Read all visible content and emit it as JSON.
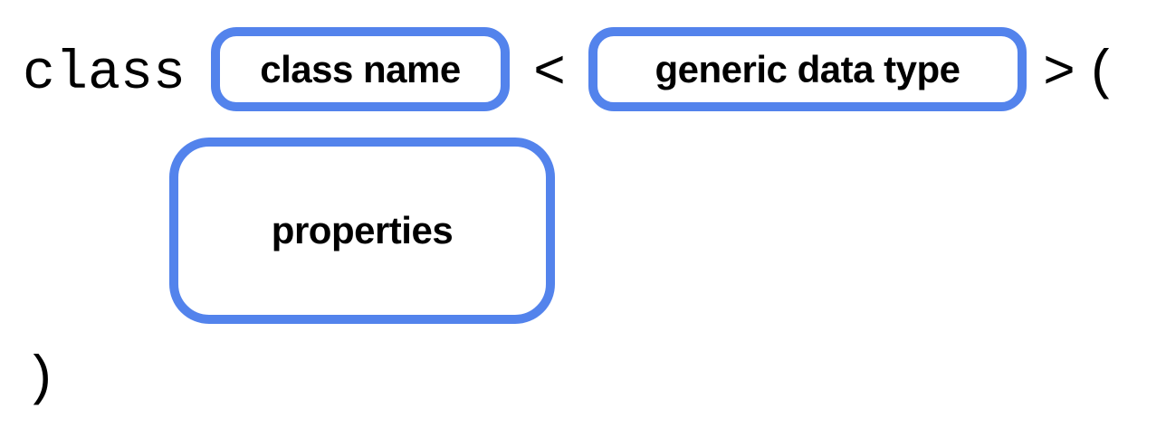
{
  "diagram": {
    "keyword": "class",
    "symbols": {
      "open_angle": "<",
      "close_angle": ">",
      "open_paren": "(",
      "close_paren": ")"
    },
    "boxes": {
      "class_name_label": "class name",
      "generic_type_label": "generic data type",
      "properties_label": "properties"
    },
    "colors": {
      "box_border": "#5383EC",
      "text": "#000000",
      "background": "#FFFFFF"
    }
  }
}
